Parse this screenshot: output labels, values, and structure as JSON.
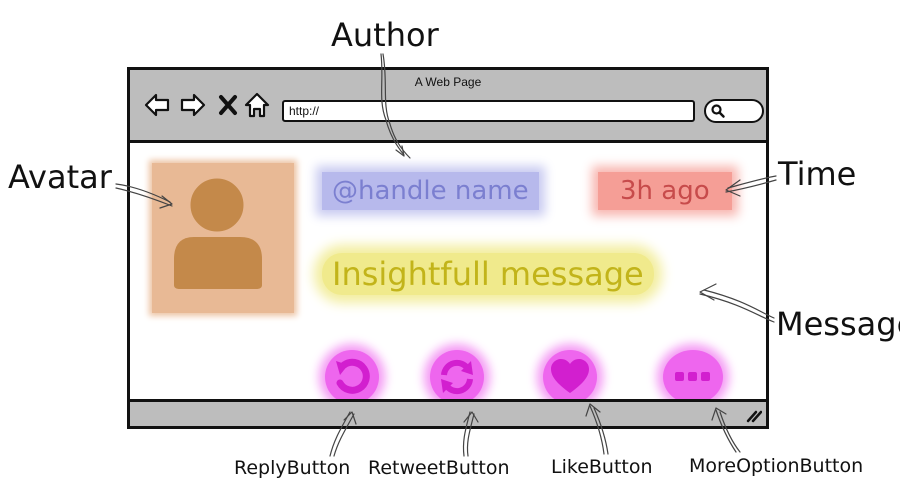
{
  "labels": {
    "author": "Author",
    "avatar": "Avatar",
    "time": "Time",
    "message": "Message",
    "reply_button": "ReplyButton",
    "retweet_button": "RetweetButton",
    "like_button": "LikeButton",
    "more_option_button": "MoreOptionButton"
  },
  "browser": {
    "title": "A Web Page",
    "address": "http://"
  },
  "tweet": {
    "handle": "@handle name",
    "time": "3h ago",
    "message": "Insightfull message"
  },
  "colors": {
    "chrome": "#bdbdbd",
    "avatar_bg": "#e8b995",
    "avatar_figure": "#c4894a",
    "handle_highlight": "#b7b9ec",
    "time_highlight": "#f59e96",
    "message_highlight": "#f0ea8c",
    "action_icon": "#d21fcf",
    "action_glow": "#ee66ee"
  },
  "icons": {
    "nav": [
      "back-arrow-icon",
      "forward-arrow-icon",
      "stop-icon",
      "home-icon"
    ],
    "search": "search-icon",
    "actions": [
      "reply-icon",
      "retweet-icon",
      "heart-icon",
      "more-dots-icon"
    ],
    "grip": "resize-grip-icon"
  }
}
